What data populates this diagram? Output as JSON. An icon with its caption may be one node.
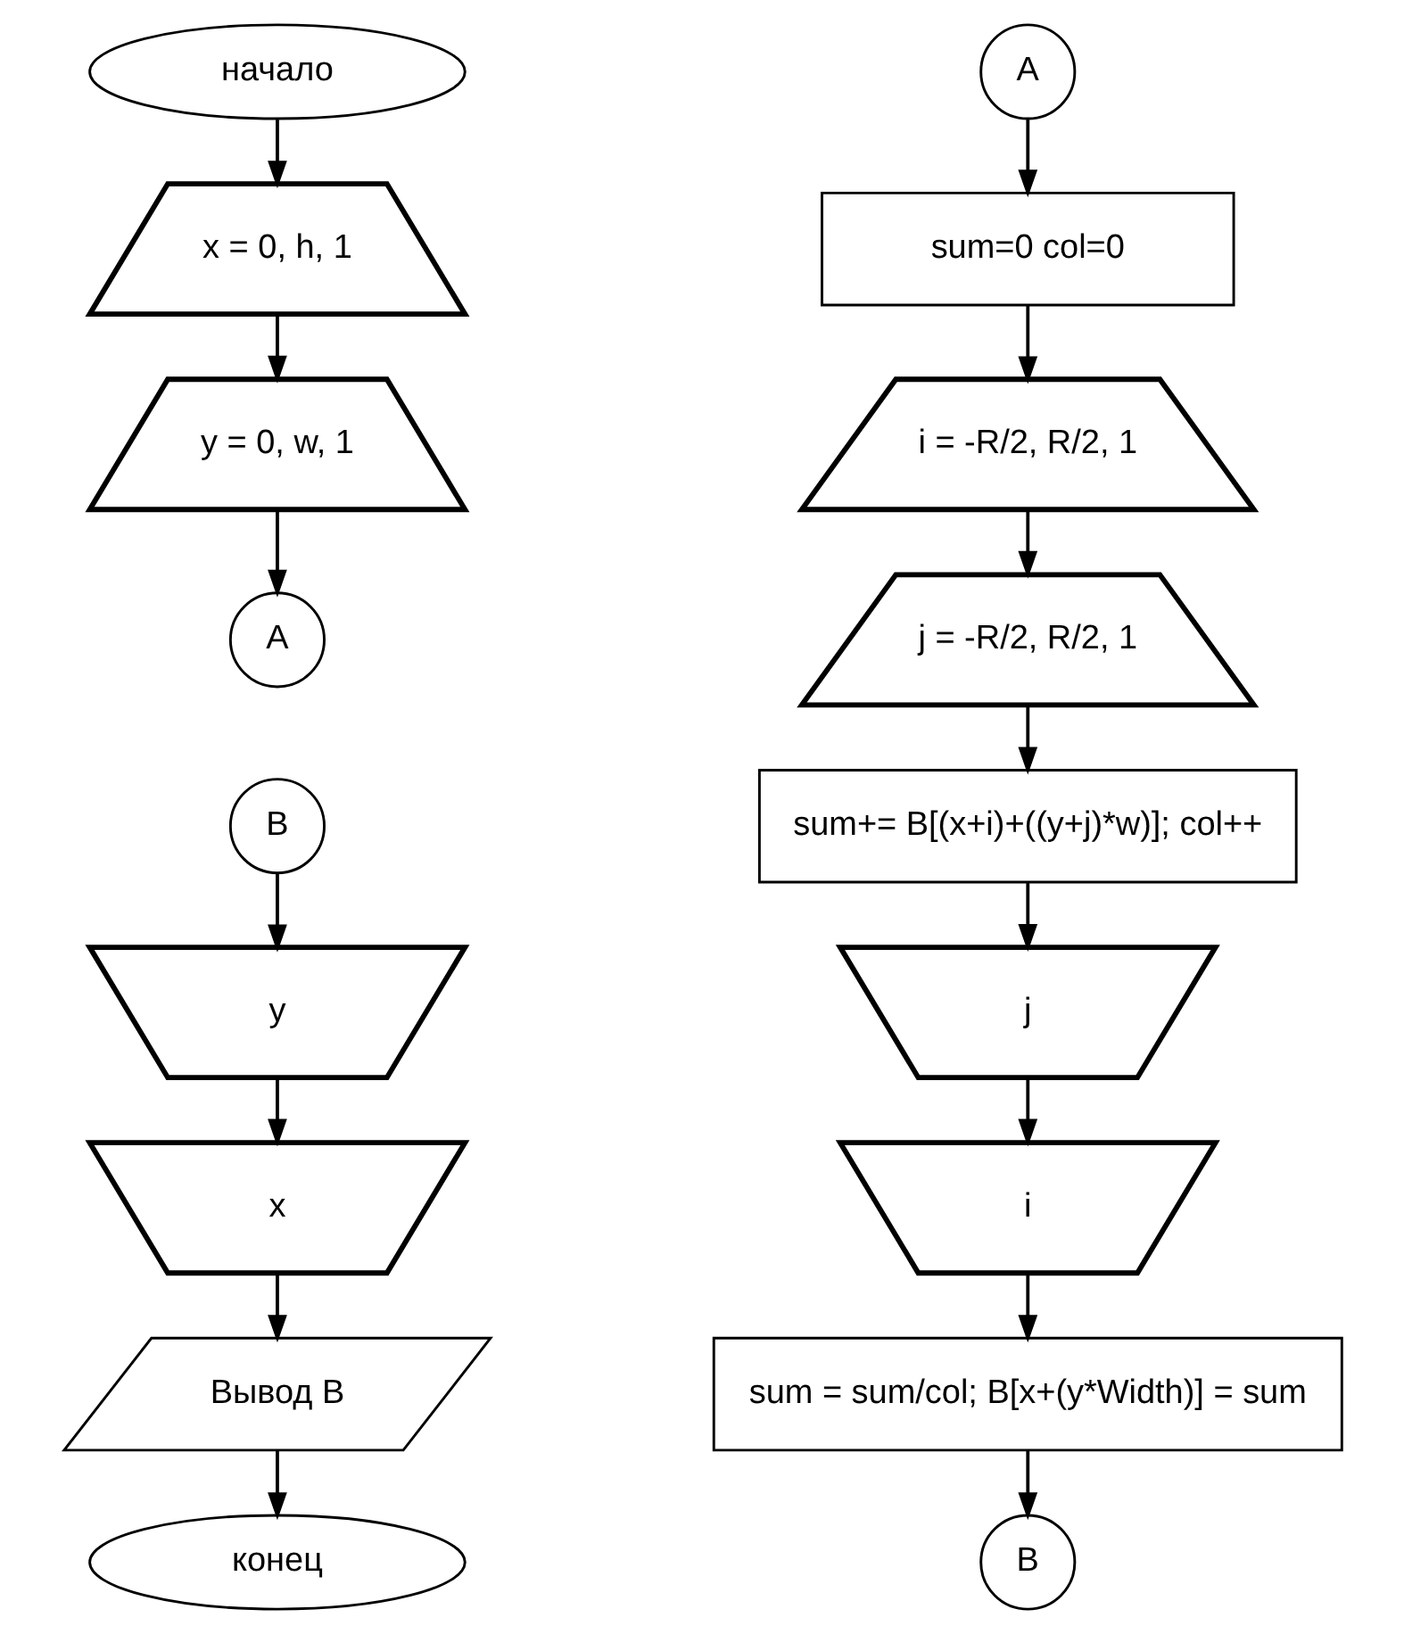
{
  "diagram": {
    "nodes": [
      {
        "text": [
          "начало"
        ]
      },
      {
        "text": [
          "x = 0, h, 1"
        ]
      },
      {
        "text": [
          "y = 0, w, 1"
        ]
      },
      {
        "text": [
          "A"
        ]
      },
      {
        "text": [
          "B"
        ]
      },
      {
        "text": [
          "y"
        ]
      },
      {
        "text": [
          "x"
        ]
      },
      {
        "text": [
          "Вывод B"
        ]
      },
      {
        "text": [
          "конец"
        ]
      },
      {
        "text": [
          "A"
        ]
      },
      {
        "text": [
          "sum=0 col=0"
        ]
      },
      {
        "text": [
          "i = -R/2, R/2, 1"
        ]
      },
      {
        "text": [
          "j = -R/2, R/2, 1"
        ]
      },
      {
        "text": [
          "sum+= B[(x+i)+((y+j)*w)]; col++"
        ]
      },
      {
        "text": [
          "j"
        ]
      },
      {
        "text": [
          "i"
        ]
      },
      {
        "text": [
          "sum = sum/col; B[x+(y*Width)] = sum"
        ]
      },
      {
        "text": [
          "B"
        ]
      }
    ],
    "edges": [
      {
        "from": 0,
        "to": 1,
        "arrow": "to"
      },
      {
        "from": 1,
        "to": 2,
        "arrow": "to"
      },
      {
        "from": 2,
        "to": 3,
        "arrow": "to"
      },
      {
        "from": 4,
        "to": 5,
        "arrow": "to"
      },
      {
        "from": 5,
        "to": 6,
        "arrow": "to"
      },
      {
        "from": 6,
        "to": 7,
        "arrow": "to"
      },
      {
        "from": 7,
        "to": 8,
        "arrow": "to"
      },
      {
        "from": 9,
        "to": 10,
        "arrow": "to"
      },
      {
        "from": 10,
        "to": 11,
        "arrow": "to"
      },
      {
        "from": 11,
        "to": 12,
        "arrow": "to"
      },
      {
        "from": 12,
        "to": 13,
        "arrow": "to"
      },
      {
        "from": 13,
        "to": 14,
        "arrow": "to"
      },
      {
        "from": 14,
        "to": 15,
        "arrow": "to"
      },
      {
        "from": 15,
        "to": 16,
        "arrow": "to"
      },
      {
        "from": 16,
        "to": 17,
        "arrow": "to"
      }
    ]
  }
}
